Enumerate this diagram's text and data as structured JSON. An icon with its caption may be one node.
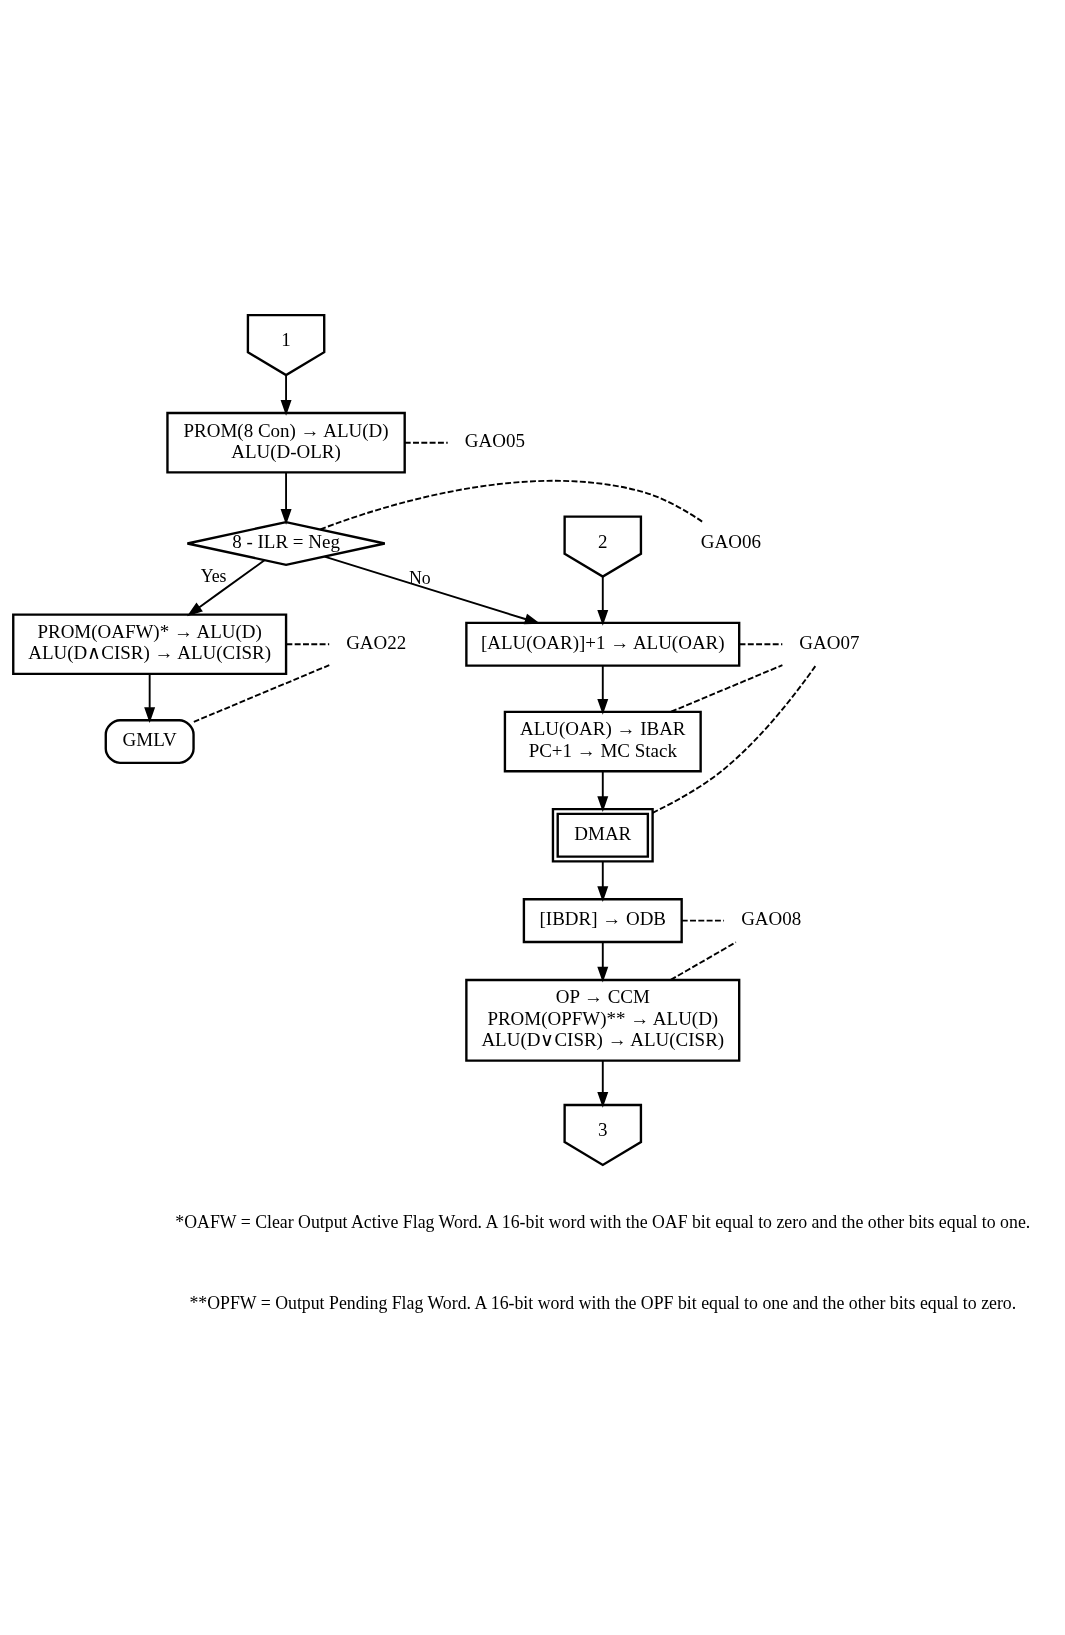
{
  "diagram": {
    "nodes": [
      {
        "text": [
          "1"
        ]
      },
      {
        "text": [
          "PROM(8 Con) → ALU(D)",
          "ALU(D-OLR)"
        ]
      },
      {
        "text": [
          "8 - ILR = Neg"
        ]
      },
      {
        "text": [
          "PROM(OAFW)* → ALU(D)",
          "ALU(D∧CISR) → ALU(CISR)"
        ]
      },
      {
        "text": [
          "GMLV"
        ]
      },
      {
        "text": [
          "2"
        ]
      },
      {
        "text": [
          "[ALU(OAR)]+1 → ALU(OAR)"
        ]
      },
      {
        "text": [
          "ALU(OAR) → IBAR",
          "PC+1 → MC Stack"
        ]
      },
      {
        "text": [
          "DMAR"
        ]
      },
      {
        "text": [
          "[IBDR] → ODB"
        ]
      },
      {
        "text": [
          "OP → CCM",
          "PROM(OPFW)** → ALU(D)",
          "ALU(D∨CISR) → ALU(CISR)"
        ]
      },
      {
        "text": [
          "3"
        ]
      },
      {
        "text": [
          "GAO05"
        ]
      },
      {
        "text": [
          "GAO06"
        ]
      },
      {
        "text": [
          "GAO22"
        ]
      },
      {
        "text": [
          "GAO07"
        ]
      },
      {
        "text": [
          "GAO08"
        ]
      }
    ],
    "edges": [
      {
        "from": 0,
        "to": 1,
        "arrow": "to"
      },
      {
        "from": 1,
        "to": 2,
        "arrow": "to"
      },
      {
        "from": 2,
        "to": 3,
        "arrow": "to",
        "label": "Yes"
      },
      {
        "from": 2,
        "to": 6,
        "arrow": "to",
        "label": "No"
      },
      {
        "from": 3,
        "to": 4,
        "arrow": "to"
      },
      {
        "from": 5,
        "to": 6,
        "arrow": "to"
      },
      {
        "from": 6,
        "to": 7,
        "arrow": "to"
      },
      {
        "from": 7,
        "to": 8,
        "arrow": "to"
      },
      {
        "from": 8,
        "to": 9,
        "arrow": "to"
      },
      {
        "from": 9,
        "to": 10,
        "arrow": "to"
      },
      {
        "from": 10,
        "to": 11,
        "arrow": "to"
      },
      {
        "from": 1,
        "to": 12,
        "arrow": "none",
        "style": "dashed"
      },
      {
        "from": 2,
        "to": 13,
        "arrow": "none",
        "style": "dashed"
      },
      {
        "from": 3,
        "to": 14,
        "arrow": "none",
        "style": "dashed"
      },
      {
        "from": 4,
        "to": 14,
        "arrow": "none",
        "style": "dashed"
      },
      {
        "from": 6,
        "to": 15,
        "arrow": "none",
        "style": "dashed"
      },
      {
        "from": 7,
        "to": 15,
        "arrow": "none",
        "style": "dashed"
      },
      {
        "from": 8,
        "to": 15,
        "arrow": "none",
        "style": "dashed"
      },
      {
        "from": 9,
        "to": 16,
        "arrow": "none",
        "style": "dashed"
      },
      {
        "from": 10,
        "to": 16,
        "arrow": "none",
        "style": "dashed"
      }
    ],
    "labels": [
      "*OAFW = Clear Output Active Flag Word. A 16-bit word with the OAF bit equal to zero and the other bits equal to one.",
      "**OPFW = Output Pending Flag Word. A 16-bit word with the OPF bit equal to one and the other bits equal to zero."
    ]
  }
}
